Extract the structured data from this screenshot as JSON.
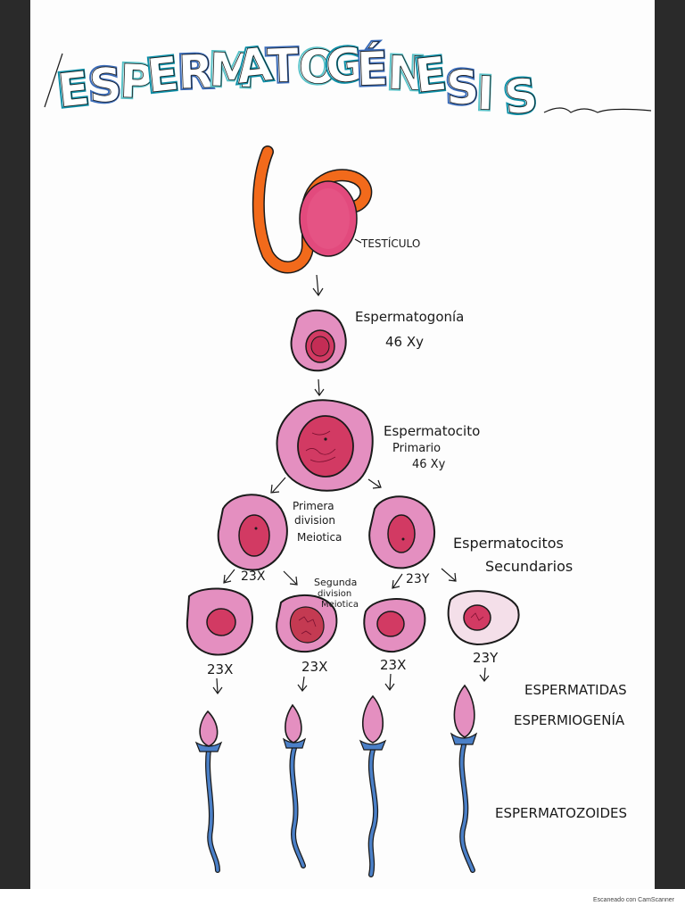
{
  "title": {
    "text": "ESPERMATOGÉNESIS",
    "letters": [
      "E",
      "S",
      "P",
      "E",
      "R",
      "M",
      "A",
      "T",
      "O",
      "G",
      "É",
      "N",
      "E",
      "S",
      "I",
      "S"
    ],
    "colors": [
      "#0e8fa7",
      "#3a6bb8",
      "#5bc3c9"
    ]
  },
  "labels": {
    "testiculo": "TESTÍCULO",
    "espermatogonia": "Espermatogonía",
    "espermatogonia_karyotype": "46 Xy",
    "espermatocito_primario_1": "Espermatocito",
    "espermatocito_primario_2": "Primario",
    "espermatocito_primario_karyotype": "46 Xy",
    "primera_division_1": "Primera",
    "primera_division_2": "division",
    "primera_division_3": "Meiotica",
    "espermatocitos_secundarios_1": "Espermatocitos",
    "espermatocitos_secundarios_2": "Secundarios",
    "segunda_division_1": "Segunda",
    "segunda_division_2": "division",
    "segunda_division_3": "Meiotica",
    "espermatidas": "ESPERMATIDAS",
    "espermiogenia": "ESPERMIOGENÍA",
    "espermatozoides": "ESPERMATOZOIDES"
  },
  "karyotypes": {
    "secondary_left": "23X",
    "secondary_right": "23Y",
    "spermatid_1": "23X",
    "spermatid_2": "23X",
    "spermatid_3": "23X",
    "spermatid_4": "23Y"
  },
  "footer": "Escaneado con CamScanner",
  "colors": {
    "cell_fill": "#e48fc0",
    "nucleus_fill": "#d23a63",
    "testis_orange": "#f26a1b",
    "testis_pink": "#e24a7d",
    "tail_blue": "#4b80c8"
  }
}
